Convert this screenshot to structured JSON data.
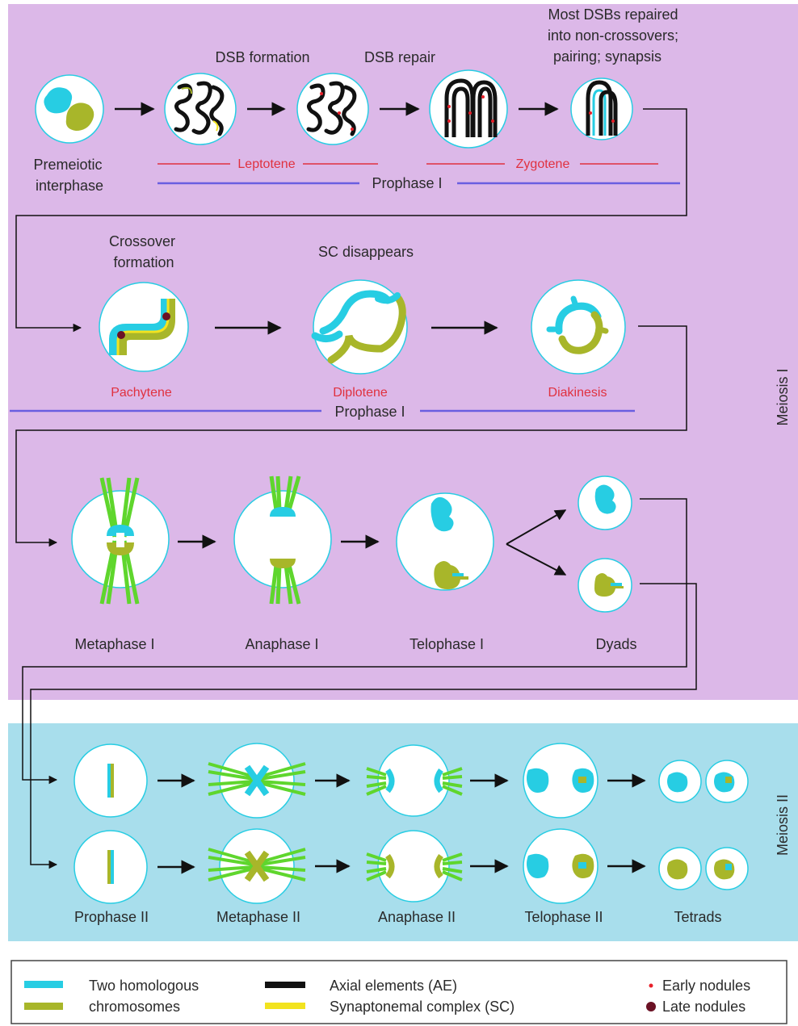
{
  "meiosis1": {
    "label": "Meiosis I",
    "row1": {
      "premeiotic": [
        "Premeiotic",
        "interphase"
      ],
      "dsb_formation": "DSB formation",
      "dsb_repair": "DSB repair",
      "most_dsbs": [
        "Most DSBs repaired",
        "into non-crossovers;",
        "pairing; synapsis"
      ],
      "leptotene": "Leptotene",
      "zygotene": "Zygotene",
      "prophase": "Prophase I"
    },
    "row2": {
      "crossover": [
        "Crossover",
        "formation"
      ],
      "sc_disappears": "SC disappears",
      "pachytene": "Pachytene",
      "diplotene": "Diplotene",
      "diakinesis": "Diakinesis",
      "prophase": "Prophase I"
    },
    "row3": {
      "metaphase": "Metaphase I",
      "anaphase": "Anaphase I",
      "telophase": "Telophase I",
      "dyads": "Dyads"
    }
  },
  "meiosis2": {
    "label": "Meiosis II",
    "prophase": "Prophase II",
    "metaphase": "Metaphase II",
    "anaphase": "Anaphase II",
    "telophase": "Telophase II",
    "tetrads": "Tetrads"
  },
  "legend": {
    "homologous": [
      "Two homologous",
      "chromosomes"
    ],
    "axial": "Axial elements (AE)",
    "sc": "Synaptonemal complex (SC)",
    "early": "Early nodules",
    "late": "Late nodules"
  },
  "colors": {
    "meiosis1_bg": "#dcb8e8",
    "meiosis2_bg": "#a8deec",
    "cyan": "#27cde3",
    "olive": "#a8b62a",
    "spindle": "#5fd62d",
    "axial": "#111111",
    "sc": "#f2e31f",
    "early_nodule": "#e8202a",
    "late_nodule": "#6b1225",
    "stage_red": "#e0313f",
    "prophase_line": "#6a5ee0"
  }
}
